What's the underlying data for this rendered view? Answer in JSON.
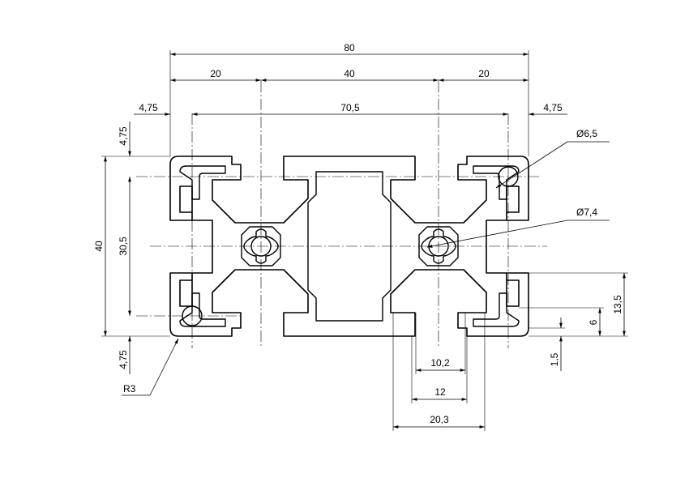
{
  "dimensions": {
    "overall_width": "80",
    "left_pitch": "20",
    "center_pitch": "40",
    "right_pitch": "20",
    "left_offset": "4,75",
    "slot_pitch": "70,5",
    "right_offset": "4,75",
    "top_offset": "4,75",
    "overall_height": "40",
    "slot_height": "30,5",
    "bottom_offset": "4,75",
    "hole_small": "Ø6,5",
    "hole_large": "Ø7,4",
    "slot_depth": "13,5",
    "lip_depth": "6",
    "wall": "1,5",
    "slot_opening": "10,2",
    "slot_width": "12",
    "slot_inner": "20,3",
    "radius": "R3"
  }
}
